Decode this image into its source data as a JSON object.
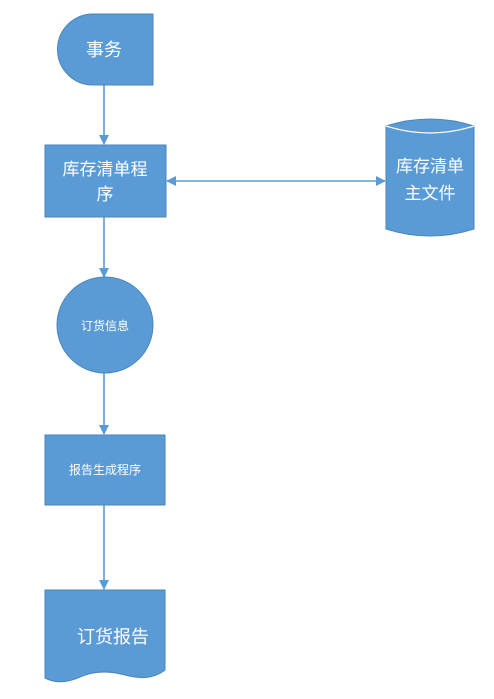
{
  "colors": {
    "fill": "#5b9bd5",
    "stroke": "#4a86c0",
    "arrow": "#5b9bd5",
    "text": "#ffffff"
  },
  "nodes": {
    "transaction": {
      "shape": "delay-tab",
      "lines": [
        "事务"
      ]
    },
    "inventory_program": {
      "shape": "process",
      "lines": [
        "库存清单程",
        "序"
      ]
    },
    "master_file": {
      "shape": "stored-data-cylinder",
      "lines": [
        "库存清单",
        "主文件"
      ]
    },
    "order_info": {
      "shape": "circle-connector",
      "lines": [
        "订货信息"
      ]
    },
    "report_program": {
      "shape": "process",
      "lines": [
        "报告生成程序"
      ]
    },
    "order_report": {
      "shape": "document",
      "lines": [
        "订货报告"
      ]
    }
  },
  "edges": [
    {
      "from": "transaction",
      "to": "inventory_program",
      "direction": "forward"
    },
    {
      "from": "inventory_program",
      "to": "master_file",
      "direction": "both"
    },
    {
      "from": "inventory_program",
      "to": "order_info",
      "direction": "forward"
    },
    {
      "from": "order_info",
      "to": "report_program",
      "direction": "forward"
    },
    {
      "from": "report_program",
      "to": "order_report",
      "direction": "forward"
    }
  ]
}
